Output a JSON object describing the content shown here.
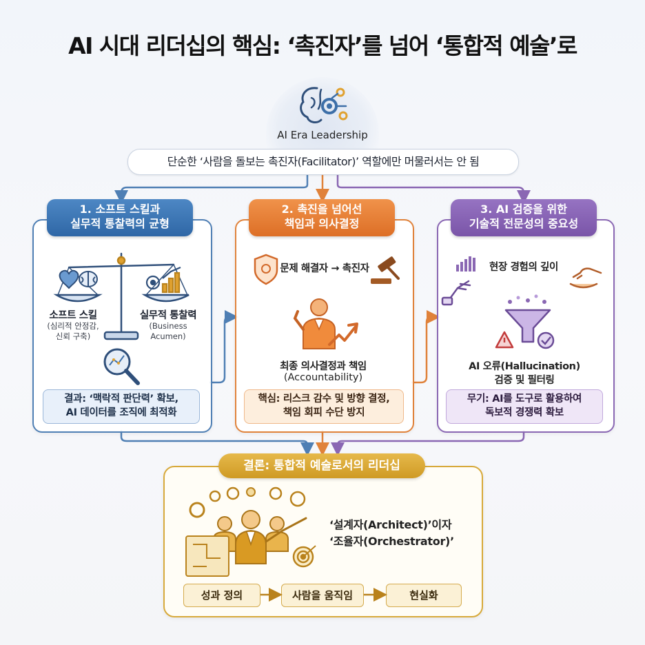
{
  "title": "AI 시대 리더십의 핵심: ‘촉진자’를 넘어 ‘통합적 예술’로",
  "hub": {
    "label": "AI Era Leadership"
  },
  "premise": "단순한 ‘사람을 돌보는 촉진자(Facilitator)’ 역할에만 머물러서는 안 됨",
  "panels": [
    {
      "title_line1": "1. 소프트 스킬과",
      "title_line2": "실무적 통찰력의 균형",
      "left_label": "소프트 스킬",
      "left_sub1": "(심리적 안정감,",
      "left_sub2": "신뢰 구축)",
      "right_label": "실무적 통찰력",
      "right_sub1": "(Business",
      "right_sub2": "Acumen)",
      "note_line1": "결과: ‘맥락적 판단력’ 확보,",
      "note_line2": "AI 데이터를 조직에 최적화"
    },
    {
      "title_line1": "2. 촉진을 넘어선",
      "title_line2": "책임과 의사결정",
      "shift_label": "문제 해결자 → 촉진자",
      "main_label": "최종 의사결정과 책임",
      "main_sub": "(Accountability)",
      "note_line1": "핵심: 리스크 감수 및 방향 결정,",
      "note_line2": "책임 회피 수단 방지"
    },
    {
      "title_line1": "3. AI 검증을 위한",
      "title_line2": "기술적 전문성의 중요성",
      "top_label": "현장 경험의 깊이",
      "main_label": "AI 오류(Hallucination)",
      "main_label2": "검증 및 필터링",
      "note_line1": "무기: AI를 도구로 활용하여",
      "note_line2": "독보적 경쟁력 확보"
    }
  ],
  "conclusion": {
    "title": "결론: 통합적 예술로서의 리더십",
    "role_line1": "‘설계자(Architect)’이자",
    "role_line2": "‘조율자(Orchestrator)’",
    "steps": [
      "성과 정의",
      "사람을 움직임",
      "현실화"
    ]
  },
  "colors": {
    "blue": "#2f67a6",
    "orange": "#dd6f26",
    "purple": "#7a55a8",
    "gold": "#cf9a24"
  },
  "icons": [
    "brain-gear-icon",
    "heart-icon",
    "brain-icon",
    "gear-chart-icon",
    "scale-icon",
    "magnifier-icon",
    "shield-icon",
    "gavel-icon",
    "leader-icon",
    "chart-arrow-icon",
    "bar-chart-icon",
    "robot-hand-icon",
    "human-hand-icon",
    "funnel-icon",
    "warning-icon",
    "check-icon",
    "team-icon",
    "blueprint-icon",
    "target-icon"
  ]
}
